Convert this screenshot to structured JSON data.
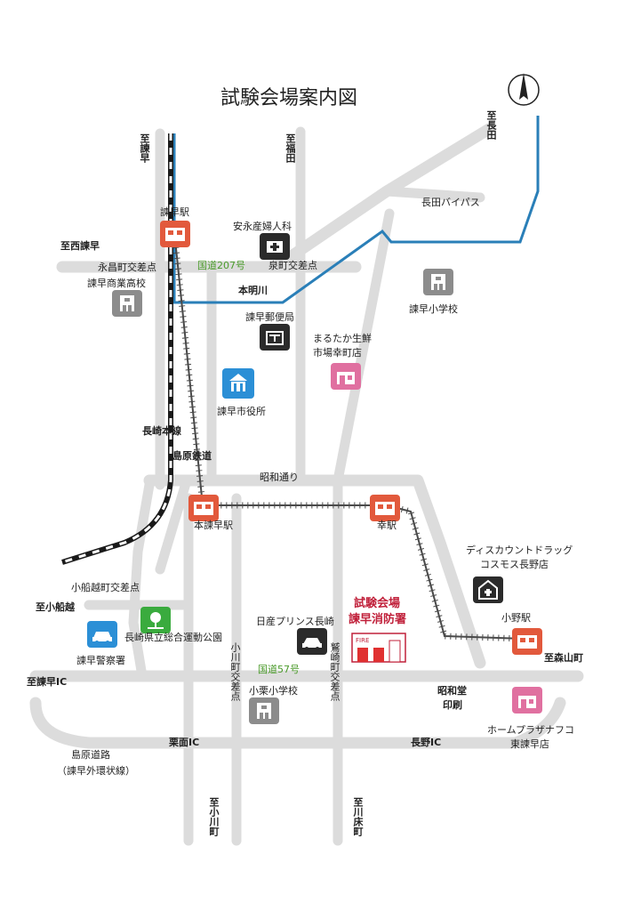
{
  "map": {
    "title": "試験会場案内図",
    "north_arrow": "north-arrow",
    "colors": {
      "road": "#dcdcdc",
      "river": "#2a7fb8",
      "rail_dark": "#1a1a1a",
      "rail_light": "#4a4a4a",
      "station": "#e2593c",
      "school": "#8c8c8c",
      "office": "#2b2b2b",
      "city_hall": "#2b8fd6",
      "store": "#e070a0",
      "park": "#3aab3e",
      "venue_text": "#c0203a",
      "route_text": "#4a9a2a"
    },
    "directions": {
      "isahaya_n": "至諫早",
      "fukuda": "至福田",
      "nagata": "至長田",
      "nishi_isahaya": "至西諫早",
      "kobunakoshi": "至小船越",
      "moriyama": "至森山町",
      "isahaya_ic": "至諫早IC",
      "ogawa": "至小川町",
      "kawatoko": "至川床町"
    },
    "roads": {
      "route207": "国道207号",
      "route57": "国道57号",
      "nagata_bypass": "長田バイパス",
      "showa_dori": "昭和通り",
      "shimabara_road": "島原道路",
      "shimabara_road_sub": "（諫早外環状線）",
      "kurumi_ic": "栗面IC",
      "nagano_ic": "長野IC"
    },
    "rivers": {
      "honmyo": "本明川"
    },
    "railways": {
      "nagasaki_line": "長崎本線",
      "shimabara_railway": "島原鉄道"
    },
    "intersections": {
      "izumimachi": "泉町交差点",
      "nagamasa": "永昌町交差点",
      "kobunakoshi": "小船越町交差点",
      "ogawamachi": "小川町交差点",
      "shinozakimachi": "鷲崎町交差点"
    },
    "stations": {
      "isahaya": "諫早駅",
      "hon_isahaya": "本諫早駅",
      "saiwai": "幸駅",
      "ono": "小野駅"
    },
    "landmarks": {
      "yasunaga": "安永産婦人科",
      "commercial_school": "諫早商業高校",
      "post_office": "諫早郵便局",
      "isahaya_elem": "諫早小学校",
      "marutaka_1": "まるたか生鮮",
      "marutaka_2": "市場幸町店",
      "city_hall": "諫早市役所",
      "cosmos_1": "ディスカウントドラッグ",
      "cosmos_2": "コスモス長野店",
      "venue_1": "試験会場",
      "venue_2": "諫早消防署",
      "nissan": "日産プリンス長崎",
      "park": "長崎県立総合運動公園",
      "police": "諫早警察署",
      "kuri_elem": "小栗小学校",
      "printing_1": "昭和堂",
      "printing_2": "印刷",
      "home_plaza_1": "ホームプラザナフコ",
      "home_plaza_2": "東諫早店",
      "fire_sign": "FIRE"
    }
  }
}
